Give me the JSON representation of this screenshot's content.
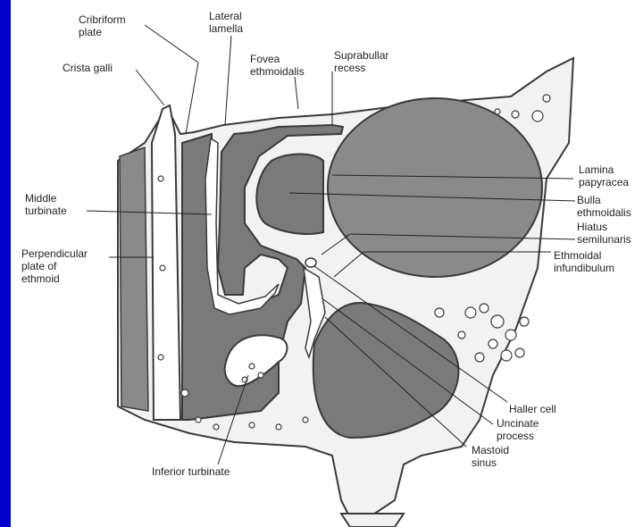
{
  "colors": {
    "frame_border": "#0000cc",
    "background": "#ffffff",
    "bone_outline": "#3a3a3a",
    "cavity_fill": "#7a7a7a",
    "sinus_fill": "#8a8a8a",
    "air_cell_fill": "#ffffff"
  },
  "labels": {
    "cribriform_1": "Cribriform",
    "cribriform_2": "plate",
    "lateral_lamella_1": "Lateral",
    "lateral_lamella_2": "lamella",
    "crista_galli": "Crista galli",
    "fovea_1": "Fovea",
    "fovea_2": "ethmoidalis",
    "suprabullar_1": "Suprabullar",
    "suprabullar_2": "recess",
    "lamina_1": "Lamina",
    "lamina_2": "papyracea",
    "bulla_1": "Bulla",
    "bulla_2": "ethmoidalis",
    "middle_turbinate_1": "Middle",
    "middle_turbinate_2": "turbinate",
    "hiatus_1": "Hiatus",
    "hiatus_2": "semilunaris",
    "perpendicular_1": "Perpendicular",
    "perpendicular_2": "plate of",
    "perpendicular_3": "ethmoid",
    "ethmoidal_1": "Ethmoidal",
    "ethmoidal_2": "infundibulum",
    "haller": "Haller cell",
    "uncinate_1": "Uncinate",
    "uncinate_2": "process",
    "mastoid_1": "Mastoid",
    "mastoid_2": "sinus",
    "inferior_turbinate": "Inferior turbinate"
  }
}
